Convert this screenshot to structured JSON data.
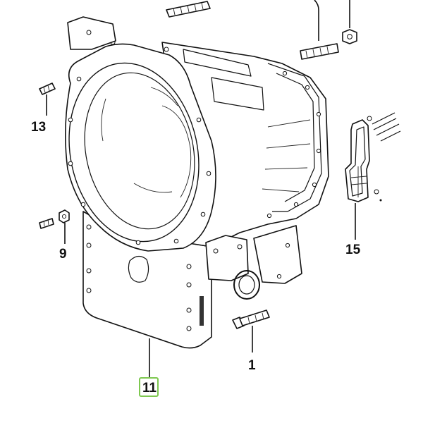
{
  "callouts": {
    "c1": "1",
    "c9": "9",
    "c11": "11",
    "c13": "13",
    "c15": "15"
  },
  "colors": {
    "highlight": "#7ec850",
    "ink": "#111111"
  }
}
